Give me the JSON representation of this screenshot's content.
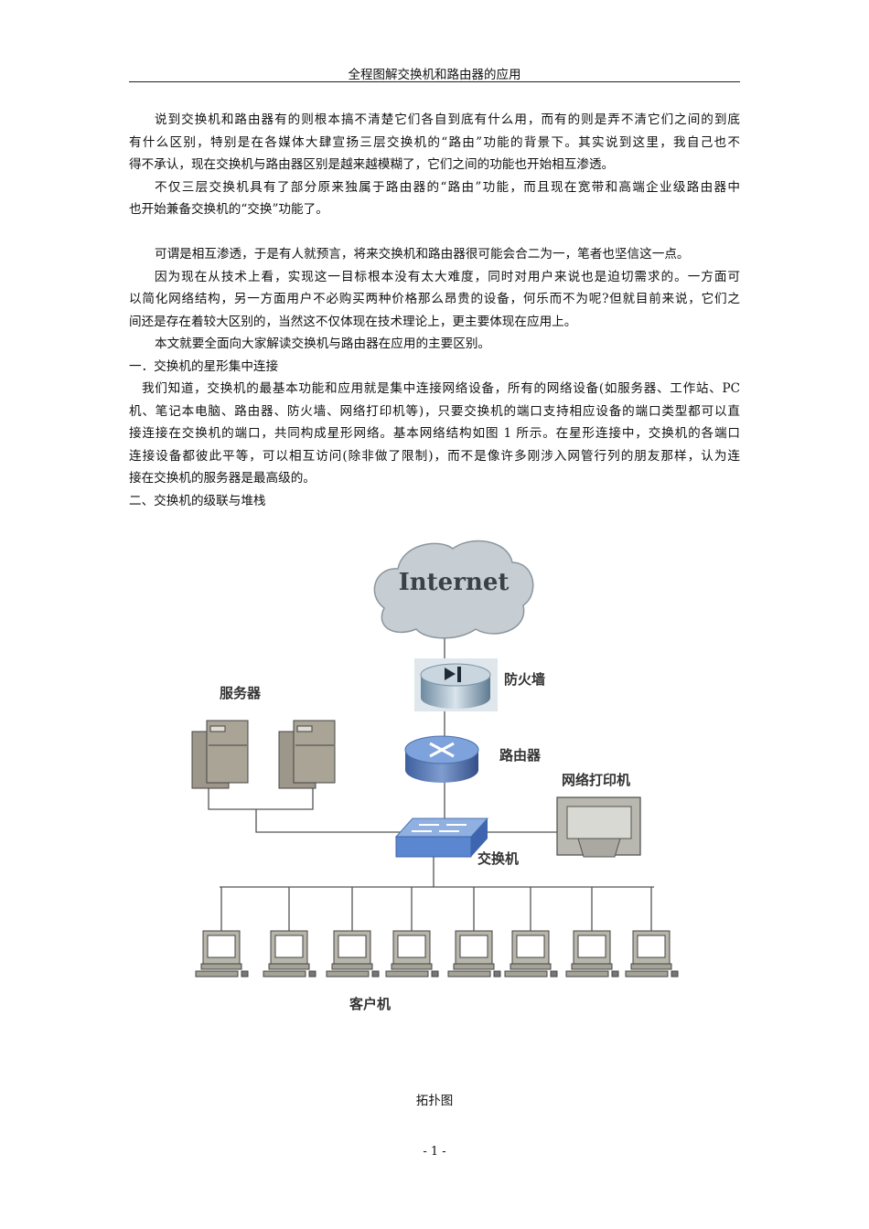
{
  "header": {
    "title": "全程图解交换机和路由器的应用"
  },
  "paragraphs": [
    {
      "indent": "indent",
      "lines": [
        "说到交换机和路由器有的则根本搞不清楚它们各自到底有什么用，而有的则是弄不清它们之间的到底",
        "有什么区别，特别是在各媒体大肆宣扬三层交换机的“路由”功能的背景下。其实说到这里，我自己也不",
        "得不承认，现在交换机与路由器区别是越来越模糊了，它们之间的功能也开始相互渗透。"
      ]
    },
    {
      "indent": "indent",
      "lines": [
        "不仅三层交换机具有了部分原来独属于路由器的“路由”功能，而且现在宽带和高端企业级路由器中",
        "也开始兼备交换机的“交换”功能了。"
      ]
    },
    {
      "indent": "blank",
      "lines": []
    },
    {
      "indent": "indent",
      "lines": [
        "可谓是相互渗透，于是有人就预言，将来交换机和路由器很可能会合二为一，笔者也坚信这一点。"
      ]
    },
    {
      "indent": "indent",
      "lines": [
        "因为现在从技术上看，实现这一目标根本没有太大难度，同时对用户来说也是迫切需求的。一方面可",
        "以简化网络结构，另一方面用户不必购买两种价格那么昂贵的设备，何乐而不为呢?但就目前来说，它们之",
        "间还是存在着较大区别的，当然这不仅体现在技术理论上，更主要体现在应用上。"
      ]
    },
    {
      "indent": "indent",
      "lines": [
        "本文就要全面向大家解读交换机与路由器在应用的主要区别。"
      ]
    },
    {
      "indent": "none",
      "lines": [
        "一．交换机的星形集中连接"
      ]
    },
    {
      "indent": "indent1",
      "lines": [
        "我们知道，交换机的最基本功能和应用就是集中连接网络设备，所有的网络设备(如服务器、工作站、PC",
        "机、笔记本电脑、路由器、防火墙、网络打印机等)，只要交换机的端口支持相应设备的端口类型都可以直",
        "接连接在交换机的端口，共同构成星形网络。基本网络结构如图 1 所示。在星形连接中，交换机的各端口",
        "连接设备都彼此平等，可以相互访问(除非做了限制)，而不是像许多刚涉入网管行列的朋友那样，认为连",
        "接在交换机的服务器是最高级的。"
      ]
    },
    {
      "indent": "none",
      "lines": [
        "二、交换机的级联与堆栈"
      ]
    }
  ],
  "diagram": {
    "internet": "Internet",
    "firewall": "防火墙",
    "router": "路由器",
    "servers": "服务器",
    "printer": "网络打印机",
    "switch": "交换机",
    "clients": "客户机"
  },
  "caption": "拓扑图",
  "page_number": "- 1 -"
}
